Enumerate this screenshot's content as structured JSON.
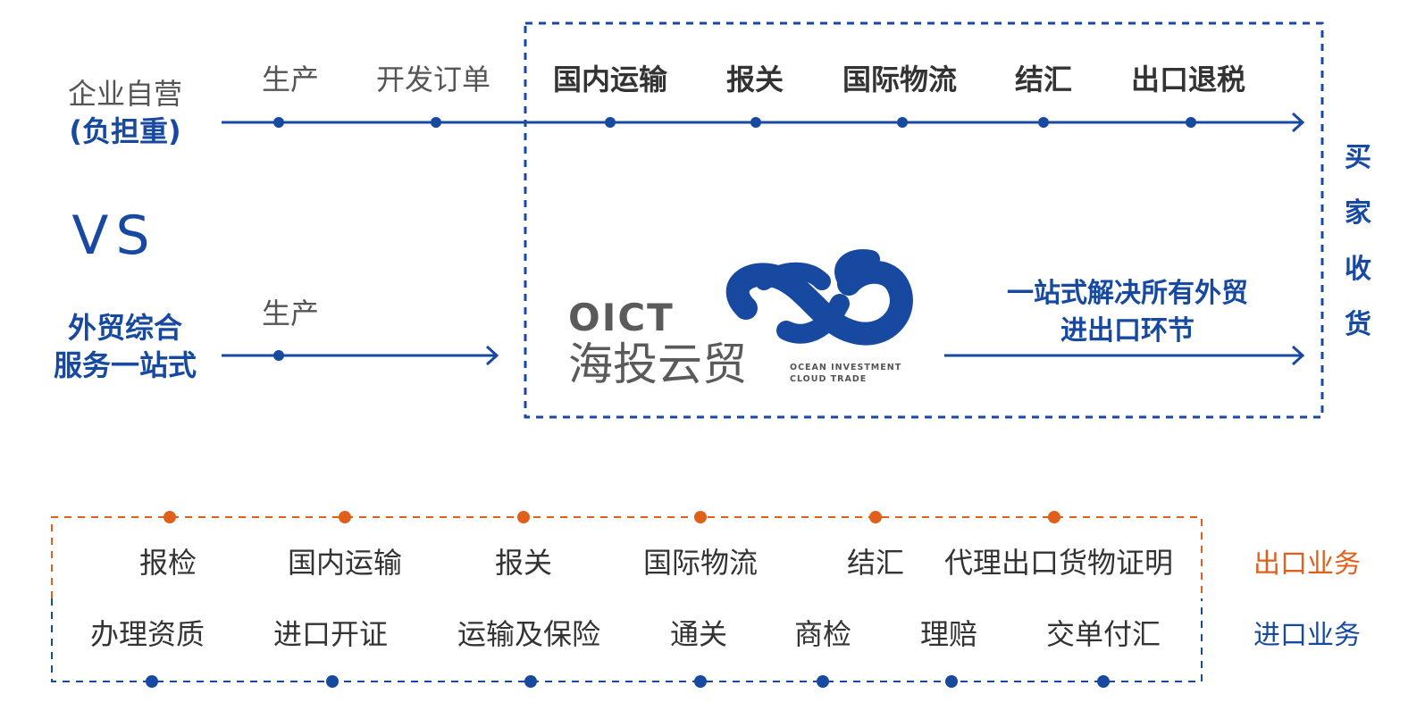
{
  "colors": {
    "blue": "#1749a0",
    "orange": "#e0601a",
    "text": "#333333",
    "gray": "#555555"
  },
  "left": {
    "self_run": "企业自营",
    "self_run_note": "(负担重)",
    "vs": "VS",
    "one_stop_line1": "外贸综合",
    "one_stop_line2": "服务一站式"
  },
  "top_flow": {
    "steps": [
      "生产",
      "开发订单",
      "国内运输",
      "报关",
      "国际物流",
      "结汇",
      "出口退税"
    ]
  },
  "bottom_flow": {
    "step": "生产",
    "summary_line1": "一站式解决所有外贸",
    "summary_line2": "进出口环节"
  },
  "logo": {
    "name_en": "OICT",
    "name_cn": "海投云贸",
    "tagline_line1": "OCEAN INVESTMENT",
    "tagline_line2": "CLOUD TRADE"
  },
  "buyer": [
    "买",
    "家",
    "收",
    "货"
  ],
  "services": {
    "export_label": "出口业务",
    "import_label": "进口业务",
    "export": [
      "报检",
      "国内运输",
      "报关",
      "国际物流",
      "结汇",
      "代理出口货物证明"
    ],
    "import": [
      "办理资质",
      "进口开证",
      "运输及保险",
      "通关",
      "商检",
      "理赔",
      "交单付汇"
    ]
  }
}
